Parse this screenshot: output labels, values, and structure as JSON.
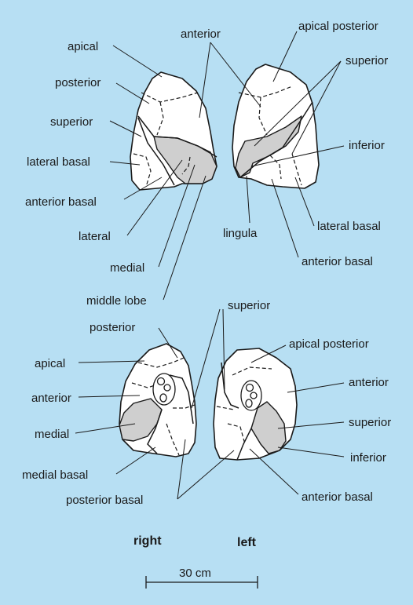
{
  "colors": {
    "background": "#b7dff3",
    "shaded_segment": "#cfcfcf",
    "outline": "#1a1a1a"
  },
  "upper_views": {
    "labels": {
      "apical": "apical",
      "anterior": "anterior",
      "apical_posterior": "apical posterior",
      "posterior": "posterior",
      "superior_left_col": "superior",
      "superior_right_col": "superior",
      "inferior": "inferior",
      "lateral_basal_left_col": "lateral basal",
      "lateral_basal_right_col": "lateral basal",
      "anterior_basal_left_col": "anterior basal",
      "anterior_basal_right_col": "anterior basal",
      "lateral": "lateral",
      "lingula": "lingula",
      "medial": "medial",
      "middle_lobe": "middle lobe"
    }
  },
  "lower_views": {
    "labels": {
      "superior": "superior",
      "posterior": "posterior",
      "apical_posterior": "apical posterior",
      "apical": "apical",
      "anterior_left_col": "anterior",
      "anterior_right_col": "anterior",
      "medial": "medial",
      "superior_right_col": "superior",
      "inferior": "inferior",
      "medial_basal": "medial basal",
      "anterior_basal": "anterior basal",
      "posterior_basal": "posterior basal"
    }
  },
  "side_labels": {
    "right": "right",
    "left": "left"
  },
  "scale_bar": {
    "label": "30 cm"
  }
}
